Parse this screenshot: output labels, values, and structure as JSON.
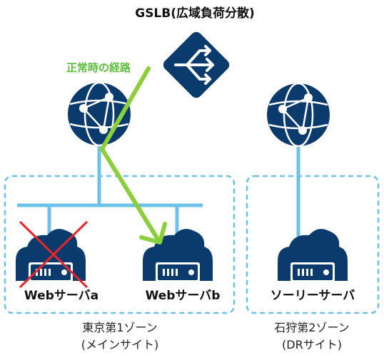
{
  "title": "GSLB(広域負荷分散)",
  "route_label": "正常時の経路",
  "servers": {
    "a": "Webサーバa",
    "b": "Webサーバb",
    "sorry": "ソーリーサーバ"
  },
  "zones": {
    "tokyo": {
      "line1": "東京第1ゾーン",
      "line2": "(メインサイト)"
    },
    "ishikari": {
      "line1": "石狩第2ゾーン",
      "line2": "(DRサイト)"
    }
  },
  "colors": {
    "navy": "#0b3b6c",
    "light_blue": "#6dc0e8",
    "green": "#8ccf3c",
    "red": "#e8262a"
  },
  "status": {
    "webserver_a": "down"
  }
}
